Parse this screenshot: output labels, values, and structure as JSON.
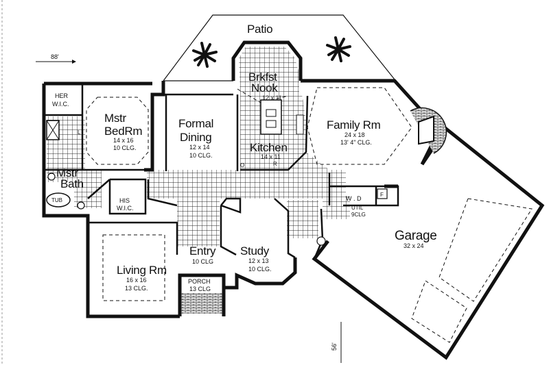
{
  "labels": {
    "patio": "Patio",
    "brkfst_line1": "Brkfst",
    "brkfst_line2": "Nook",
    "brkfst_dim": "12 x 11",
    "her_wic_line1": "HER",
    "her_wic_line2": "W.I.C.",
    "mstr_bed_line1": "Mstr",
    "mstr_bed_line2": "BedRm",
    "mstr_bed_dim": "14 x 16",
    "mstr_bed_clg": "10 CLG.",
    "formal_line1": "Formal",
    "formal_line2": "Dining",
    "formal_dim": "12 x 14",
    "formal_clg": "10 CLG.",
    "kitchen": "Kitchen",
    "kitchen_dim": "14 x 11",
    "family": "Family Rm",
    "family_dim": "24 x 18",
    "family_clg": "13' 4\" CLG.",
    "mstr_bath_line1": "Mstr",
    "mstr_bath_line2": "Bath",
    "tub": "TUB",
    "his_wic_line1": "HIS",
    "his_wic_line2": "W.I.C.",
    "wd": "W . D",
    "util_line1": "UTIL",
    "util_line2": "9CLG",
    "f_mark": "F",
    "garage": "Garage",
    "garage_dim": "32 x 24",
    "entry": "Entry",
    "entry_clg": "10 CLG",
    "study": "Study",
    "study_dim": "12 x 13",
    "study_clg": "10 CLG.",
    "living": "Living Rm",
    "living_dim": "16 x 16",
    "living_clg": "13 CLG.",
    "porch": "PORCH",
    "porch_clg": "13 CLG",
    "width_dim": "88'",
    "depth_dim": "56'",
    "o_mark": "O",
    "r_mark": "R",
    "l_mark": "L"
  }
}
